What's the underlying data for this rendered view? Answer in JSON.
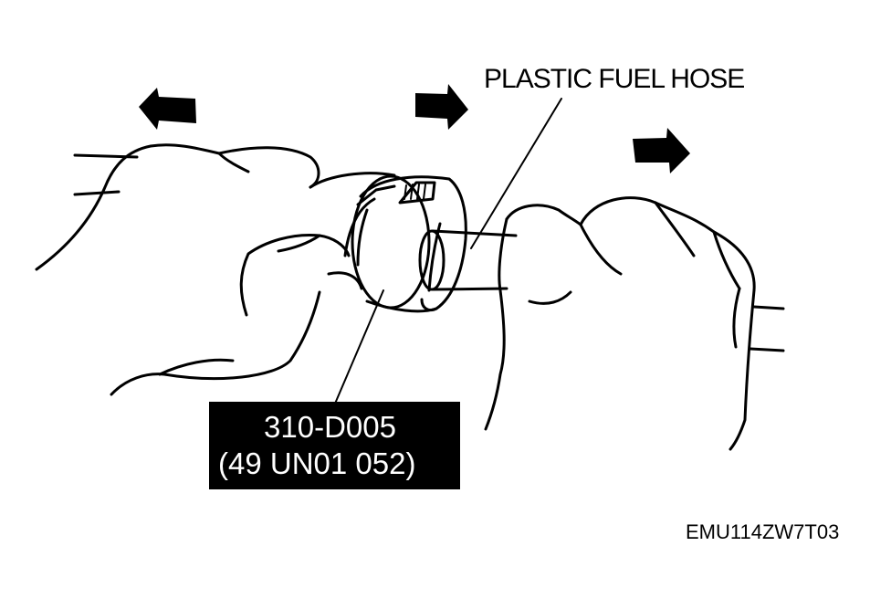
{
  "labels": {
    "hose": "PLASTIC FUEL HOSE",
    "tool_number": "310-D005",
    "tool_part_number": "(49 UN01 052)",
    "figure_code": "EMU114ZW7T03"
  },
  "colors": {
    "ink": "#000000",
    "paper": "#ffffff",
    "label_box_text": "#ffffff"
  },
  "icons": {
    "arrow_left": "arrow-left-icon",
    "arrow_right_upper": "arrow-right-icon",
    "arrow_right_far": "arrow-right-icon"
  }
}
